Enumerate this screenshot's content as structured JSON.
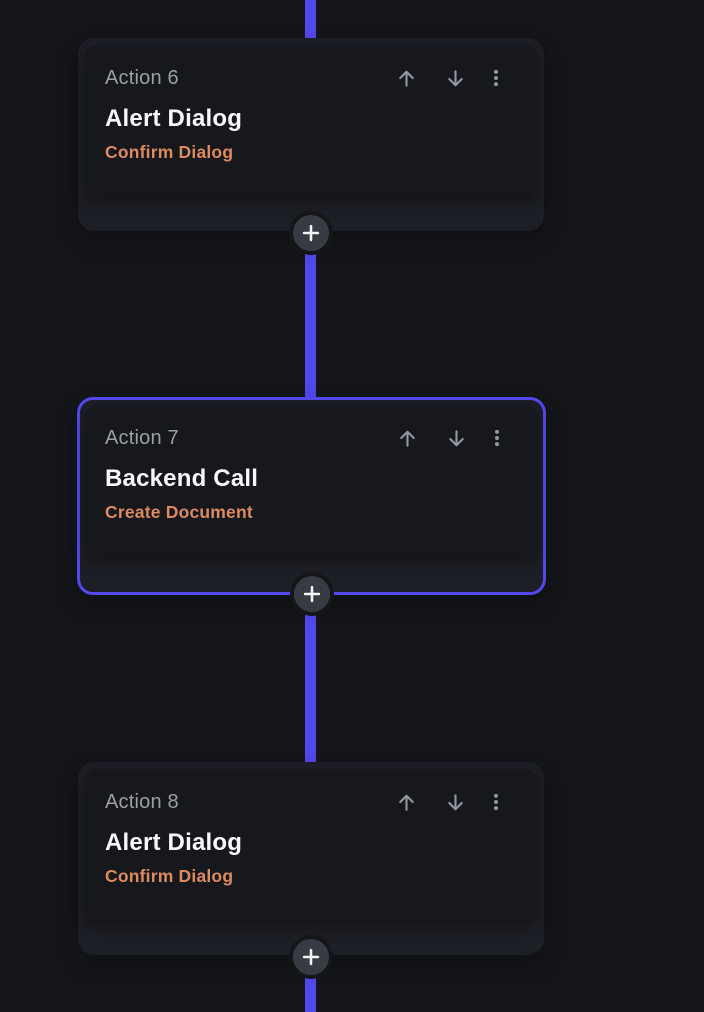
{
  "app": {
    "view": "action-flow-editor"
  },
  "colors": {
    "accent": "#5348ec",
    "page_bg": "#14161a",
    "node_bg": "#1c1f25",
    "card_bg": "#16181d",
    "label_text": "#9aa0a6",
    "title_text": "#f7f8f9",
    "subtitle_text": "#dd8a5e",
    "icon": "#9198a1"
  },
  "cards": [
    {
      "label": "Action 6",
      "title": "Alert Dialog",
      "subtitle": "Confirm Dialog",
      "selected": false
    },
    {
      "label": "Action 7",
      "title": "Backend Call",
      "subtitle": "Create Document",
      "selected": true
    },
    {
      "label": "Action 8",
      "title": "Alert Dialog",
      "subtitle": "Confirm Dialog",
      "selected": false
    }
  ],
  "icons": {
    "move_up": "arrow-up-icon",
    "move_down": "arrow-down-icon",
    "more_options": "kebab-menu-icon",
    "add_action": "plus-icon"
  }
}
